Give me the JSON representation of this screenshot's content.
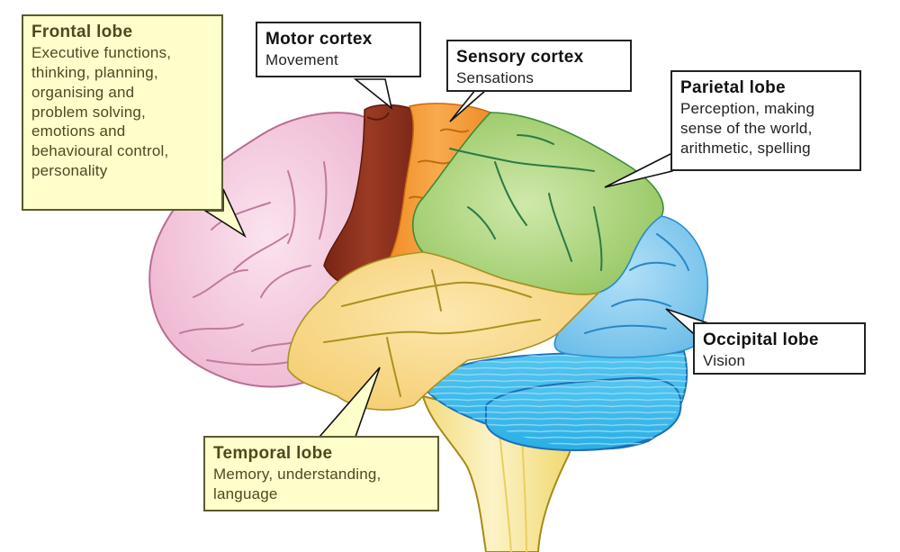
{
  "diagram": {
    "subject": "Human brain lobes (lateral view)",
    "colors": {
      "frontal": "#f4c6dc",
      "motor": "#8c2f1e",
      "sensory": "#f39a33",
      "parietal": "#a9d37c",
      "occipital": "#7cc8ef",
      "temporal": "#f8d98a",
      "cerebellum": "#3cb8ea",
      "brainstem": "#f6e48f",
      "label_yellow": "#ffffcc",
      "label_white": "#ffffff"
    },
    "labels": {
      "frontal": {
        "title": "Frontal lobe",
        "description": "Executive functions,\nthinking, planning,\norganising and\nproblem solving,\nemotions and\nbehavioural control,\npersonality"
      },
      "motor": {
        "title": "Motor cortex",
        "description": "Movement"
      },
      "sensory": {
        "title": "Sensory cortex",
        "description": "Sensations"
      },
      "parietal": {
        "title": "Parietal lobe",
        "description": "Perception, making\nsense of the world,\narithmetic, spelling"
      },
      "occipital": {
        "title": "Occipital lobe",
        "description": "Vision"
      },
      "temporal": {
        "title": "Temporal lobe",
        "description": "Memory, understanding,\nlanguage"
      }
    }
  }
}
